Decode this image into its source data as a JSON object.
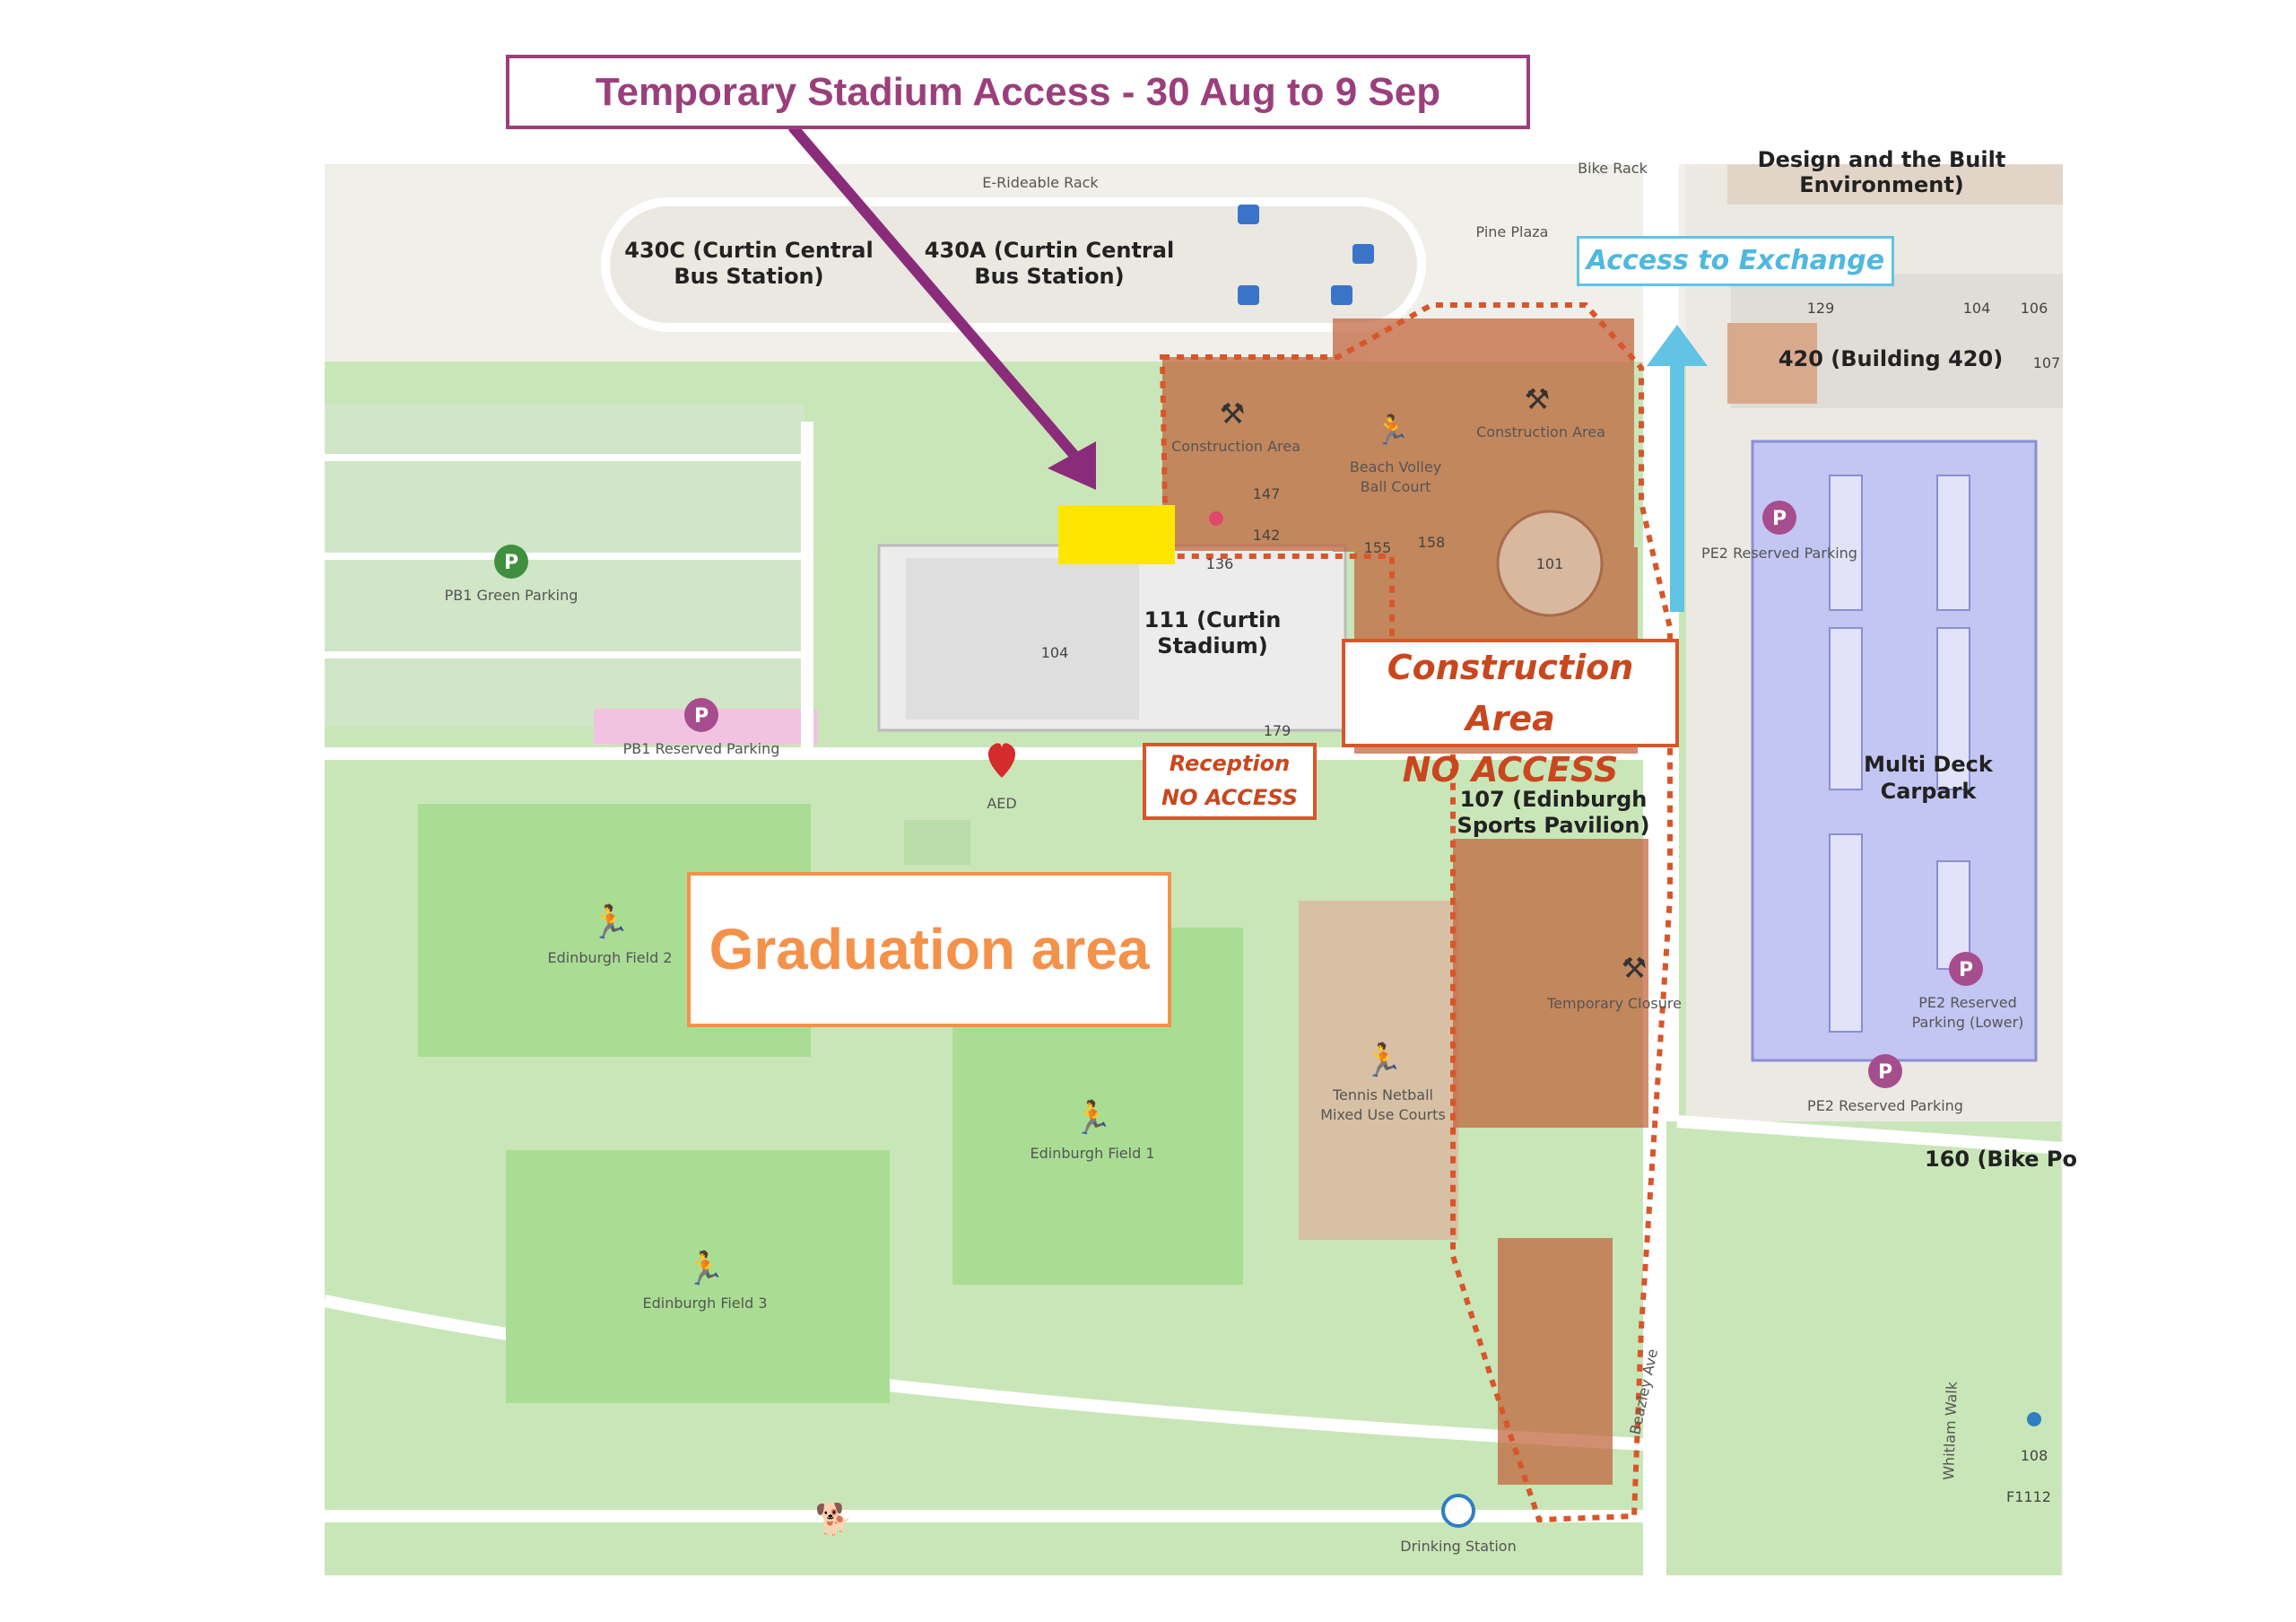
{
  "title": "Temporary Stadium Access - 30 Aug to 9 Sep",
  "access_exchange": "Access to Exchange",
  "construction_notice": {
    "line1": "Construction Area",
    "line2": "NO ACCESS"
  },
  "reception_notice": {
    "line1": "Reception",
    "line2": "NO ACCESS"
  },
  "graduation_area": "Graduation area",
  "map_labels": {
    "bus_430c_l1": "430C (Curtin Central",
    "bus_430c_l2": "Bus Station)",
    "bus_430a_l1": "430A (Curtin Central",
    "bus_430a_l2": "Bus Station)",
    "e_rideable": "E-Rideable Rack",
    "bike_rack": "Bike Rack",
    "pine_plaza": "Pine Plaza",
    "design_l1": "Design and the Built",
    "design_l2": "Environment)",
    "building420": "420 (Building 420)",
    "pb1_green": "PB1 Green Parking",
    "pb1_reserved": "PB1 Reserved Parking",
    "aed": "AED",
    "stadium_l1": "111 (Curtin",
    "stadium_l2": "Stadium)",
    "construction_area_1": "Construction Area",
    "construction_area_2": "Construction Area",
    "beach_volley_l1": "Beach Volley",
    "beach_volley_l2": "Ball Court",
    "pe2_reserved": "PE2 Reserved Parking",
    "pe2_reserved_lower_l1": "PE2 Reserved",
    "pe2_reserved_lower_l2": "Parking (Lower)",
    "pe2_reserved_2": "PE2 Reserved Parking",
    "multideck_l1": "Multi Deck",
    "multideck_l2": "Carpark",
    "pavilion_l1": "107 (Edinburgh",
    "pavilion_l2": "Sports Pavilion)",
    "temporary_closure": "Temporary Closure",
    "field2": "Edinburgh Field 2",
    "field1": "Edinburgh Field 1",
    "field3": "Edinburgh Field 3",
    "tennis_l1": "Tennis Netball",
    "tennis_l2": "Mixed Use Courts",
    "bike_po": "160 (Bike Po",
    "beazley": "Beazley Ave",
    "whitlam": "Whitlam Walk",
    "drinking": "Drinking Station",
    "room_104": "104",
    "room_147": "147",
    "room_142": "142",
    "room_136": "136",
    "room_155": "155",
    "room_158": "158",
    "room_101": "101",
    "room_179": "179",
    "room_129": "129",
    "room_104b": "104",
    "room_106": "106",
    "room_107": "107",
    "room_108": "108",
    "room_f1112": "F1112",
    "parking_symbol": "P"
  },
  "colors": {
    "title": "#9b3f7c",
    "construction": "#d8562a",
    "graduation": "#f4924a",
    "exchange": "#62c3e4",
    "temporary_access_marker": "#ffe600"
  },
  "icons": [
    "arrow-down-right",
    "arrow-up",
    "construction-worker-icon",
    "sports-runner-icon",
    "parking-icon",
    "aed-icon",
    "dog-icon",
    "drinking-water-icon",
    "bus-icon",
    "toilet-icon"
  ]
}
